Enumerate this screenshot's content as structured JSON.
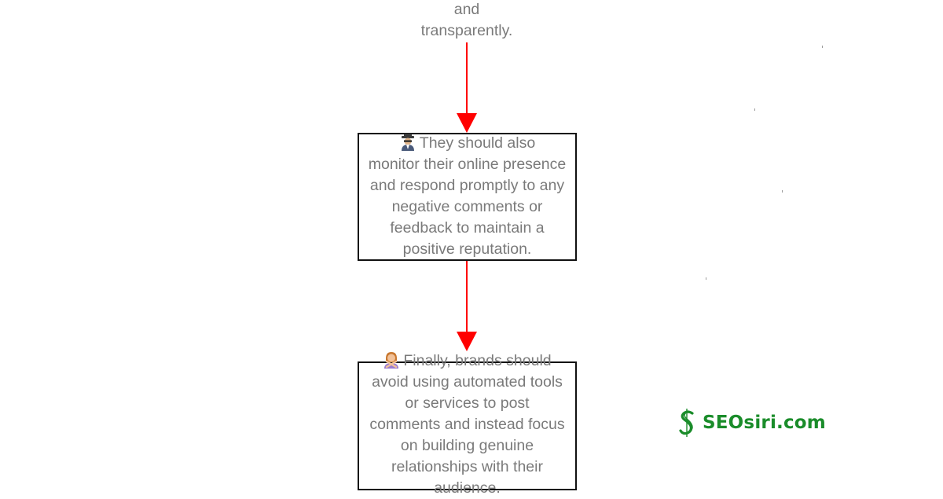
{
  "nodes": [
    {
      "id": "top",
      "text": "and\ntransparently."
    },
    {
      "id": "monitor",
      "emoji_icon": "spy-icon",
      "text": "They should also\nmonitor their online presence\nand respond promptly to any\nnegative comments or\nfeedback to maintain a\npositive reputation."
    },
    {
      "id": "finally",
      "emoji_icon": "person-gesturing-no-icon",
      "text": "Finally, brands should\navoid using automated tools\nor services to post\ncomments and instead focus\non building genuine\nrelationships with their\naudience."
    }
  ],
  "edges": [
    {
      "from": "top",
      "to": "monitor"
    },
    {
      "from": "monitor",
      "to": "finally"
    }
  ],
  "colors": {
    "arrow": "#ff0000",
    "node_text": "#7a7a7a",
    "node_border": "#111111",
    "brand": "#1a8c2a"
  },
  "brand": {
    "logo_icon": "seosiri-s-logo-icon",
    "name": "SEOsiri.com"
  }
}
